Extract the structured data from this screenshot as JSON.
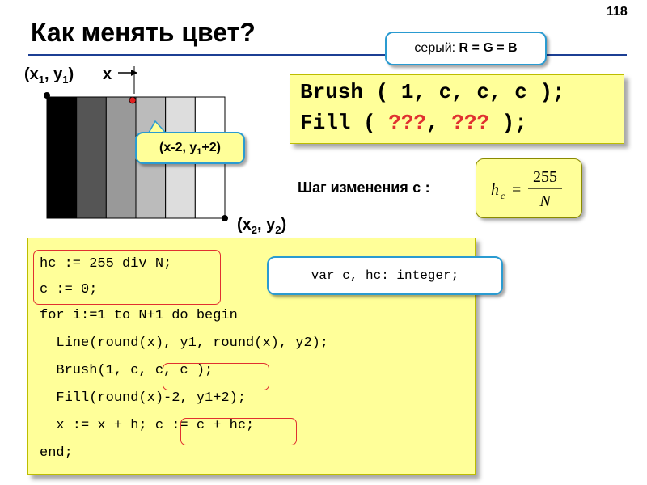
{
  "slide": {
    "title": "Как менять цвет?",
    "page_number": "118"
  },
  "gray_rule": {
    "prefix": "серый: ",
    "formula": "R = G = B"
  },
  "commands": {
    "brush_line": "Brush ( 1, c, c, c );",
    "fill_prefix": "Fill ( ",
    "fill_unknown_1": "???",
    "fill_sep": ", ",
    "fill_unknown_2": "???",
    "fill_suffix": " );"
  },
  "step": {
    "label_text": "Шаг изменения ",
    "label_var": "c",
    "label_colon": " :",
    "formula_lhs": "h",
    "formula_lhs_sub": "c",
    "formula_eq": "=",
    "formula_num": "255",
    "formula_den": "N"
  },
  "diagram": {
    "top_left_label": {
      "open": "(x",
      "sub1": "1",
      "comma": ", y",
      "sub2": "1",
      "close": ")"
    },
    "x_label": "x",
    "bottom_right_label": {
      "open": "(x",
      "sub1": "2",
      "comma": ", y",
      "sub2": "2",
      "close": ")"
    },
    "callout": {
      "open": "(x-2, y",
      "sub": "1",
      "close": "+2)"
    },
    "stripe_colors": [
      "#000000",
      "#555555",
      "#999999",
      "#bbbbbb",
      "#dddddd",
      "#ffffff"
    ],
    "marker_color": "#e02020",
    "pen_color": "#000000"
  },
  "code": {
    "var_decl": "var c, hc: integer;",
    "lines": [
      "hc := 255 div N;",
      "c := 0;",
      "for i:=1 to N+1 do begin",
      "  Line(round(x), y1, round(x), y2);",
      "  Brush(1, c, c, c );",
      "  Fill(round(x)-2, y1+2);",
      "  x := x + h; c := c + hc;",
      "end;"
    ]
  },
  "colors": {
    "title_rule": "#1c3f94",
    "bubble_border": "#2a9bd1",
    "box_fill": "#ffff99",
    "highlight": "#e03030"
  }
}
